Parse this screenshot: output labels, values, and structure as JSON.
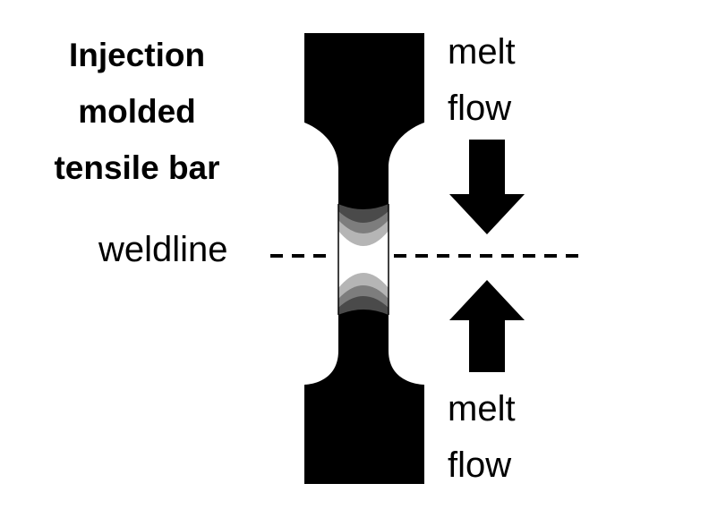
{
  "title": {
    "line1": "Injection",
    "line2": "molded",
    "line3": "tensile bar"
  },
  "weldline": {
    "label": "weldline"
  },
  "melt_flow_top": {
    "line1": "melt",
    "line2": "flow",
    "direction": "down"
  },
  "melt_flow_bottom": {
    "line1": "melt",
    "line2": "flow",
    "direction": "up"
  },
  "colors": {
    "bar": "#000000",
    "background": "#ffffff",
    "shade_dark": "#4a4a4a",
    "shade_mid": "#7d7d7d",
    "shade_light": "#b5b5b5"
  }
}
